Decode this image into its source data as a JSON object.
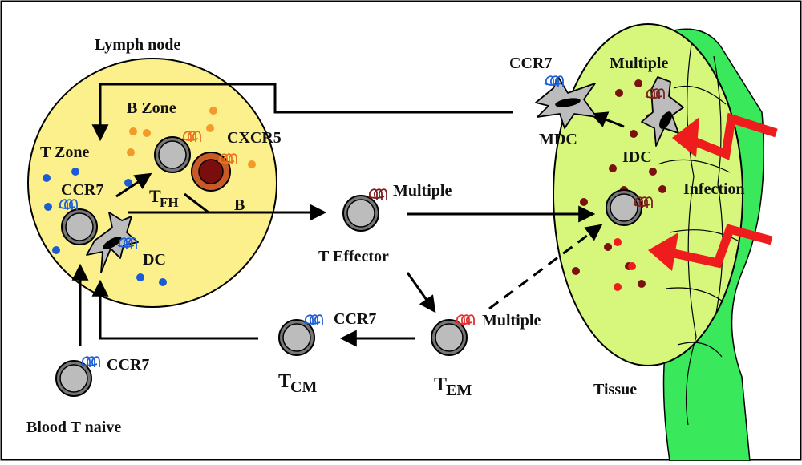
{
  "labels": {
    "lymph_node": "Lymph node",
    "b_zone": "B Zone",
    "t_zone": "T Zone",
    "cxcr5": "CXCR5",
    "ccr7_ln": "CCR7",
    "tfh_main": "T",
    "tfh_sub": "FH",
    "b_cell": "B",
    "dc": "DC",
    "multiple_effector": "Multiple",
    "t_effector": "T Effector",
    "ccr7_mdc": "CCR7",
    "mdc": "MDC",
    "multiple_idc": "Multiple",
    "idc": "IDC",
    "infection": "Infection",
    "tissue": "Tissue",
    "ccr7_tcm": "CCR7",
    "tcm_main": "T",
    "tcm_sub": "CM",
    "multiple_tem": "Multiple",
    "tem_main": "T",
    "tem_sub": "EM",
    "ccr7_naive": "CCR7",
    "blood_t_naive": "Blood T naive"
  },
  "colors": {
    "lymph_node_fill": "#fbf08c",
    "tissue_fill": "#d6f77c",
    "vessel_fill": "#39e85b",
    "cell_fill": "#bcbcbc",
    "b_cell_outer": "#c85a28",
    "b_cell_inner": "#7a0e0e",
    "ccr7_receptor": "#1f5fd6",
    "cxcr5_receptor": "#e8721e",
    "multiple_receptor": "#7a1f1f",
    "tem_receptor": "#e53030",
    "infection_bolt": "#ee1c1c",
    "blue_dot": "#1a5bd6",
    "orange_dot": "#f39a2a",
    "maroon_dot": "#7a1010",
    "red_dot": "#ee1c1c"
  },
  "icons": {
    "receptor": "squiggle-receptor-icon",
    "infection": "lightning-bolt-icon",
    "dendritic_cell": "dendritic-cell-icon"
  }
}
